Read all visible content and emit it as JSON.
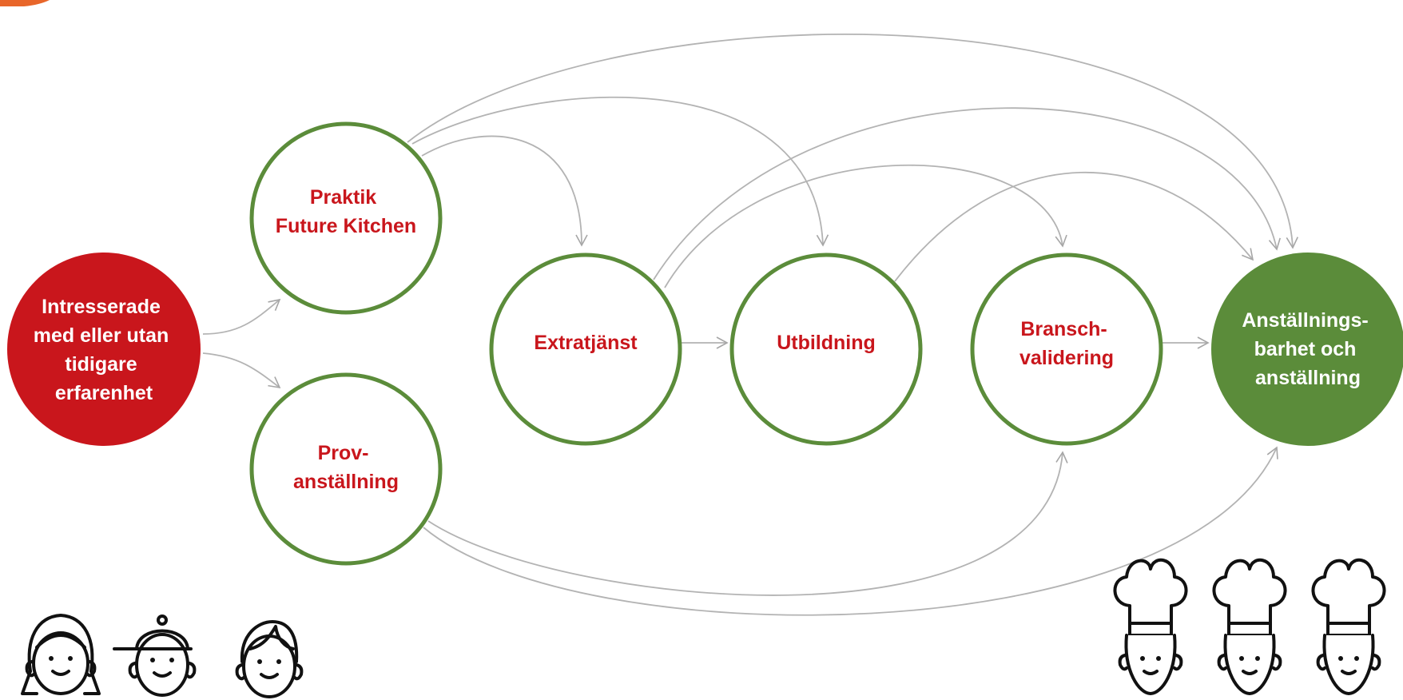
{
  "colors": {
    "red": "#c9161c",
    "green": "#5b8c3a",
    "arrow": "#b3b3b3",
    "icon_stroke": "#111111",
    "white": "#ffffff",
    "corner_accent": "#e8662a"
  },
  "nodes": {
    "intresserade": {
      "lines": [
        "Intresserade",
        "med eller utan",
        "tidigare",
        "erfarenhet"
      ]
    },
    "praktik": {
      "lines": [
        "Praktik",
        "Future Kitchen"
      ]
    },
    "provanstallning": {
      "lines": [
        "Prov-",
        "anställning"
      ]
    },
    "extratjanst": {
      "lines": [
        "Extratjänst"
      ]
    },
    "utbildning": {
      "lines": [
        "Utbildning"
      ]
    },
    "branschvalidering": {
      "lines": [
        "Bransch-",
        "validering"
      ]
    },
    "anstallning": {
      "lines": [
        "Anställnings-",
        "barhet och",
        "anställning"
      ]
    }
  },
  "icons": {
    "left": [
      "girl-face-icon",
      "cap-face-icon",
      "boy-face-icon"
    ],
    "right": [
      "chef-face-icon",
      "chef-face-icon",
      "chef-face-icon"
    ]
  }
}
